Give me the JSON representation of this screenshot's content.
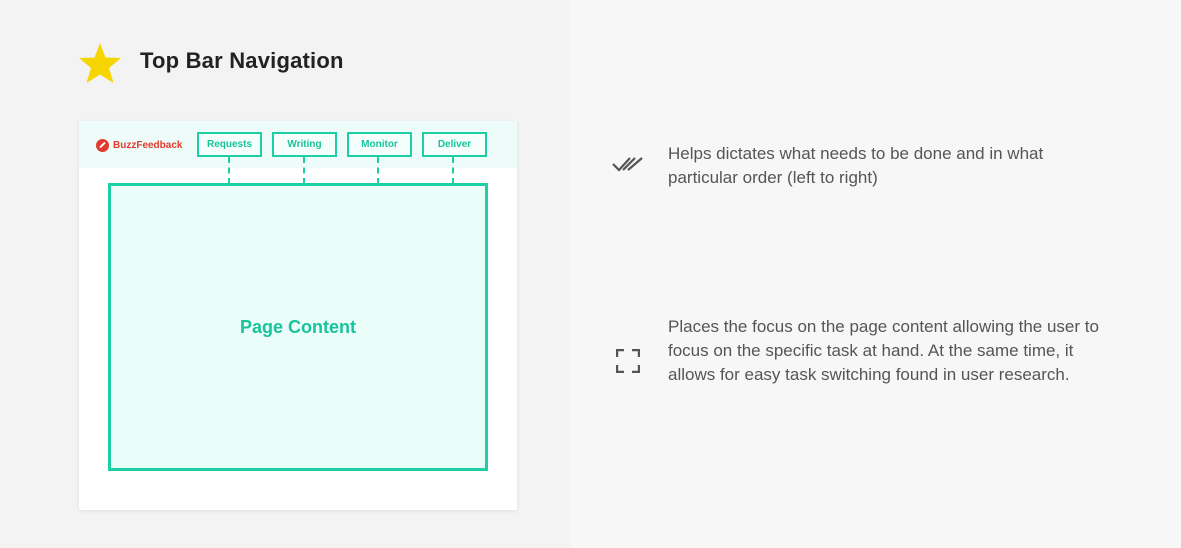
{
  "header": {
    "title": "Top Bar Navigation",
    "icon": "star-icon",
    "icon_color": "#f7d500"
  },
  "mockup": {
    "brand": "BuzzFeedback",
    "brand_color": "#e23b2e",
    "accent_color": "#1ccfa5",
    "nav_items": [
      "Requests",
      "Writing",
      "Monitor",
      "Deliver"
    ],
    "content_label": "Page Content"
  },
  "features": [
    {
      "icon": "double-check-icon",
      "text": "Helps dictates what needs to be done and in what particular order (left to right)"
    },
    {
      "icon": "focus-frame-icon",
      "text": "Places the focus on the page content allowing the user to focus on the specific task at hand. At the same time, it allows for easy task switching found in user research."
    }
  ]
}
